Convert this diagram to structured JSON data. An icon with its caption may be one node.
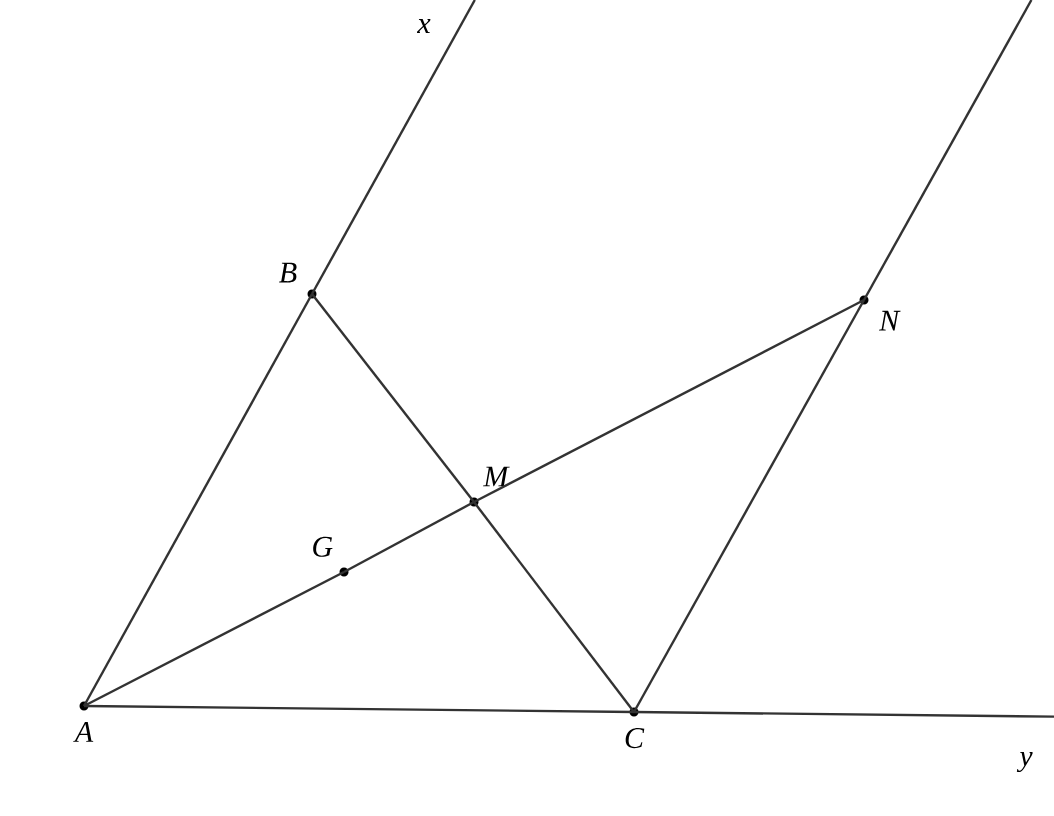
{
  "diagram": {
    "nodes": [
      {
        "text": [
          "B"
        ]
      },
      {
        "text": [
          "N"
        ]
      },
      {
        "text": [
          "M"
        ]
      },
      {
        "text": [
          "G"
        ]
      },
      {
        "text": [
          "A"
        ]
      },
      {
        "text": [
          "C"
        ]
      }
    ],
    "edges": [
      {
        "from": 4,
        "to": 0,
        "arrow": "none"
      },
      {
        "from": 0,
        "to": null,
        "arrow": "none"
      },
      {
        "from": 0,
        "to": 2,
        "arrow": "none"
      },
      {
        "from": 2,
        "to": 5,
        "arrow": "none"
      },
      {
        "from": 4,
        "to": 3,
        "arrow": "none"
      },
      {
        "from": 3,
        "to": 2,
        "arrow": "none"
      },
      {
        "from": 2,
        "to": 1,
        "arrow": "none"
      },
      {
        "from": 4,
        "to": 5,
        "arrow": "none"
      },
      {
        "from": 5,
        "to": null,
        "arrow": "none"
      },
      {
        "from": 5,
        "to": 1,
        "arrow": "none"
      },
      {
        "from": 1,
        "to": null,
        "arrow": "none"
      }
    ],
    "labels": [
      "x",
      "y"
    ]
  }
}
